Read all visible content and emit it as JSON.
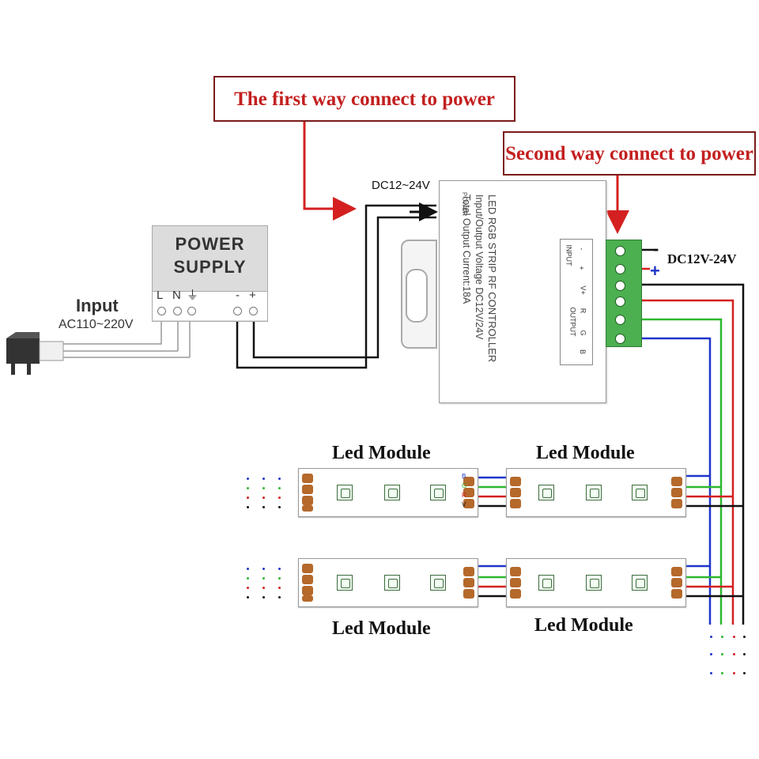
{
  "callouts": {
    "first_way": "The first way connect to power",
    "second_way": "Second way connect to power"
  },
  "power_supply": {
    "title_line1": "POWER",
    "title_line2": "SUPPLY",
    "terminal_L": "L",
    "terminal_N": "N",
    "terminal_ground": "⏚",
    "terminal_minus": "-",
    "terminal_plus": "+"
  },
  "input": {
    "label": "Input",
    "voltage": "AC110~220V"
  },
  "dc_input_label": "DC12~24V",
  "controller": {
    "power_label": "POWER",
    "line1": "LED RGB STRIP RF CONTROLLER",
    "line2": "Input/Output Voltage DC12V/24V",
    "line3": "Total Output Current:18A",
    "io_input": "INPUT",
    "io_output": "OUTPUT",
    "io_minus": "-",
    "io_plus": "+",
    "io_vplus": "V+",
    "io_r": "R",
    "io_g": "G",
    "io_b": "B"
  },
  "terminal": {
    "dc_label": "DC12V-24V",
    "minus": "-",
    "plus": "+"
  },
  "modules": {
    "top_left": "Led Module",
    "top_right": "Led Module",
    "bottom_left": "Led Module",
    "bottom_right": "Led Module"
  },
  "strip_pins": {
    "b": "B",
    "g": "G",
    "r": "R",
    "v": "V"
  },
  "colors": {
    "callout_text": "#c31f1f",
    "arrow": "#d42020",
    "wire_black": "#111111",
    "wire_red": "#d32020",
    "wire_green": "#2eb82e",
    "wire_blue": "#1f35c9",
    "terminal_green": "#4caf50",
    "pad_copper": "#b5692b"
  },
  "icons": [
    "plug-icon",
    "power-arrow-icon"
  ]
}
